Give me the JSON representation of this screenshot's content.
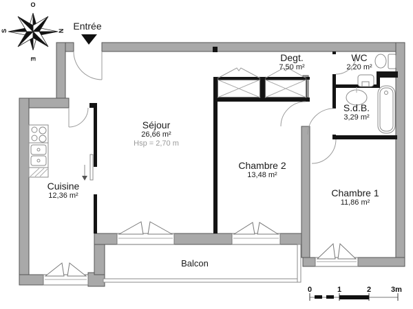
{
  "compass": {
    "top": "O",
    "right": "N",
    "bottom": "E",
    "left": "S"
  },
  "entrance": {
    "label": "Entrée"
  },
  "rooms": {
    "sejour": {
      "name": "Séjour",
      "area": "26,66 m²",
      "ceiling": "Hsp = 2,70 m"
    },
    "cuisine": {
      "name": "Cuisine",
      "area": "12,36 m²"
    },
    "chambre2": {
      "name": "Chambre 2",
      "area": "13,48 m²"
    },
    "chambre1": {
      "name": "Chambre 1",
      "area": "11,86 m²"
    },
    "degagement": {
      "name": "Degt.",
      "area": "7,50 m²"
    },
    "wc": {
      "name": "WC",
      "area": "2,20 m²"
    },
    "sdb": {
      "name": "S.d.B.",
      "area": "3,29 m²"
    },
    "balcon": {
      "name": "Balcon"
    }
  },
  "scale_bar": {
    "labels": [
      "0",
      "1",
      "2",
      "3m"
    ],
    "unit": "m"
  },
  "colors": {
    "wall_fill": "#a9a9a9",
    "wall_outline": "#555555",
    "interior_wall": "#141414",
    "fixture_line": "#8a8a8a",
    "text": "#1a1a1a",
    "muted_text": "#9a9a9a",
    "background": "#ffffff"
  }
}
